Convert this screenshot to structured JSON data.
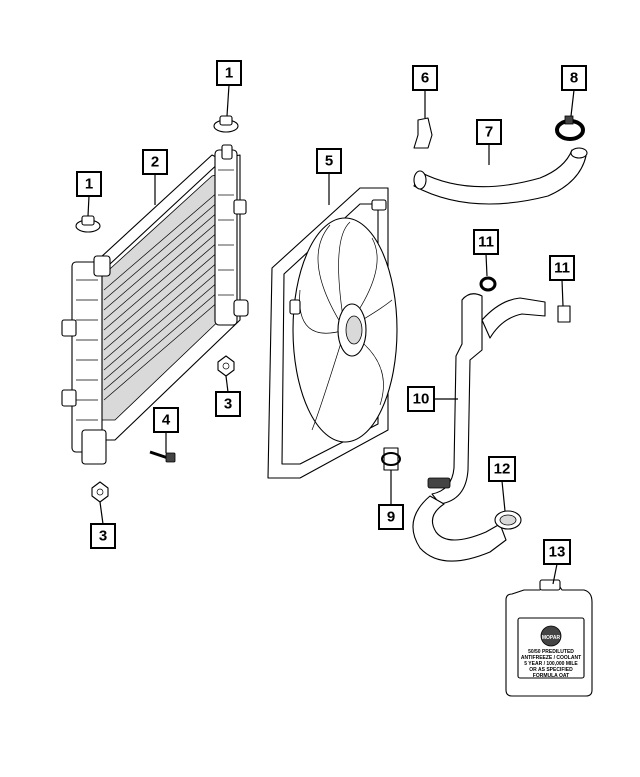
{
  "callouts": {
    "c1a": "1",
    "c1b": "1",
    "c2": "2",
    "c3a": "3",
    "c3b": "3",
    "c4": "4",
    "c5": "5",
    "c6": "6",
    "c7": "7",
    "c8": "8",
    "c9": "9",
    "c10": "10",
    "c11a": "11",
    "c11b": "11",
    "c12": "12",
    "c13": "13"
  },
  "jug_label": {
    "brand": "MOPAR",
    "line1": "50/50 PREDILUTED",
    "line2": "ANTIFREEZE / COOLANT",
    "line3": "5 YEAR / 100,000 MILE",
    "line4": "OR AS SPECIFIED",
    "line5": "FORMULA OAT"
  }
}
